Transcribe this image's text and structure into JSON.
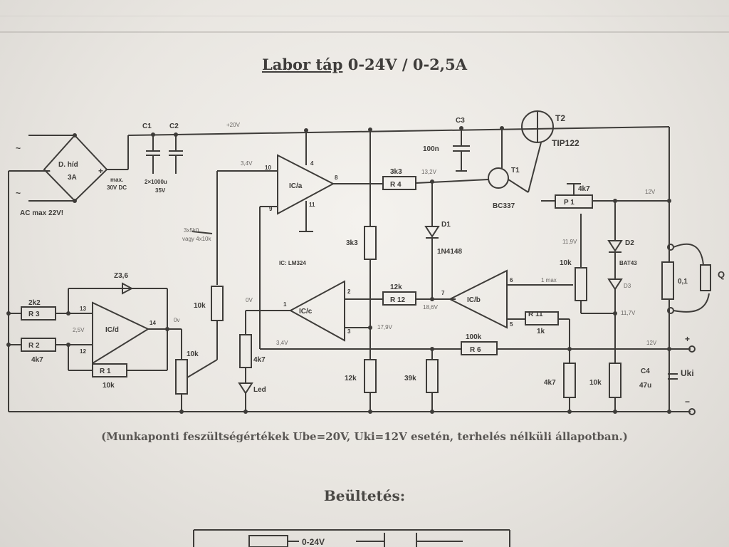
{
  "title": {
    "prefix": "Labor táp",
    "spec": "0-24V / 0-2,5A"
  },
  "footer_note": "(Munkaponti feszültségértékek Ube=20V, Uki=12V esetén, terhelés nélküli állapotban.)",
  "section_heading": "Beültetés:",
  "layout_strip_label": "0-24V",
  "labels": {
    "ac_input": "AC max 22V!",
    "tilde": "~",
    "bridge": "D. híd",
    "bridge_current": "3A",
    "minus": "−",
    "plus": "+",
    "c1": "C1",
    "c2": "C2",
    "c1c2_value": "2×1000u",
    "c1c2_voltage": "35V",
    "max_dc_1": "max.",
    "max_dc_2": "30V DC",
    "rail_voltage": "+20V",
    "c3": "C3",
    "c3_value": "100n",
    "t2": "T2",
    "t2_part": "TIP122",
    "t1": "T1",
    "t1_part": "BC337",
    "ic_a": "IC/a",
    "ic_b": "IC/b",
    "ic_c": "IC/c",
    "ic_d": "IC/d",
    "ic_name": "IC: LM324",
    "r4_label": "R 4",
    "r4_value": "3k3",
    "v_13_2": "13,2V",
    "v_3_4": "3,4V",
    "pin_10": "10",
    "pin_4": "4",
    "pin_8": "8",
    "pin_9": "9",
    "pin_11": "11",
    "d1": "D1",
    "d1_part": "1N4148",
    "bolt_note_1": "3x5k0",
    "bolt_note_2": "vagy 4x10k",
    "r8_value": "3k3",
    "r_10k_pot": "10k",
    "r12_label": "R 12",
    "r12_value": "12k",
    "v_0v": "0V",
    "pin_2": "2",
    "pin_1": "1",
    "pin_3": "3",
    "v_17_9": "17,9V",
    "pin_7": "7",
    "v_18_6": "18,6V",
    "pin_6": "6",
    "pin_5": "5",
    "r11_label": "R 11",
    "r11_value": "1k",
    "v_max": "1 max",
    "p2_value": "10k",
    "v_11_9": "11,9V",
    "p1_label": "P 1",
    "p1_value": "4k7",
    "v_12": "12V",
    "d2": "D2",
    "d2_part": "BAT43",
    "d3": "D3",
    "v_11_7": "11,7V",
    "rs_value": "0,1",
    "z_label": "Z3,6",
    "r3_label": "R 3",
    "r3_value": "2k2",
    "r2_label": "R 2",
    "r2_value": "4k7",
    "r1_label": "R 1",
    "r1_value": "10k",
    "pin_13": "13",
    "pin_12": "12",
    "pin_14": "14",
    "v_2_5": "2,5V",
    "v_0v_b": "0v",
    "pot_10k": "10k",
    "r7_value": "4k7",
    "led": "Led",
    "r5_value": "12k",
    "r6_value": "39k",
    "r9_label": "R 6",
    "r9_value": "100k",
    "v_3_4_b": "3,4V",
    "r15_value": "4k7",
    "r13_value": "10k",
    "v_12_out": "12V",
    "c4": "C4",
    "c4_value": "47u",
    "uki": "Uki",
    "out_plus": "+",
    "out_minus": "−",
    "q_mark": "Q"
  }
}
